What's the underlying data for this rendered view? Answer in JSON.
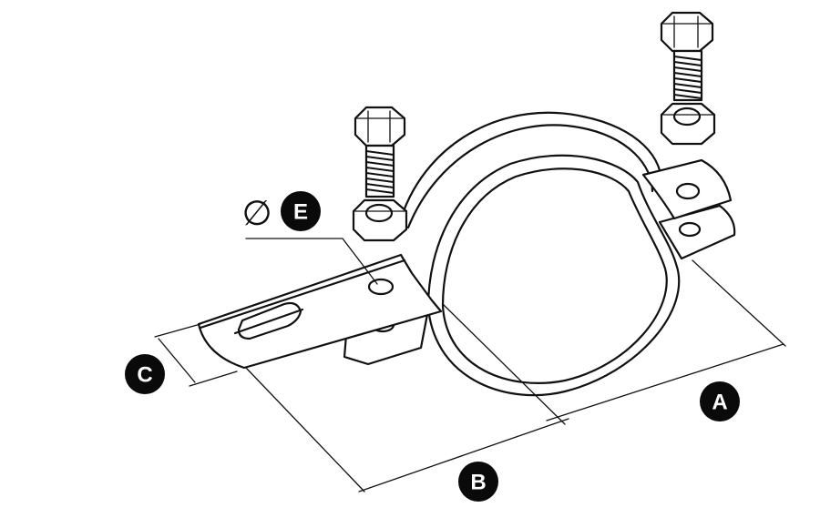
{
  "labels": {
    "a": "A",
    "b": "B",
    "c": "C",
    "e": "E",
    "diameter_symbol": "∅"
  },
  "colors": {
    "line": "#111111",
    "badge": "#0a0a0a",
    "background": "#ffffff"
  }
}
